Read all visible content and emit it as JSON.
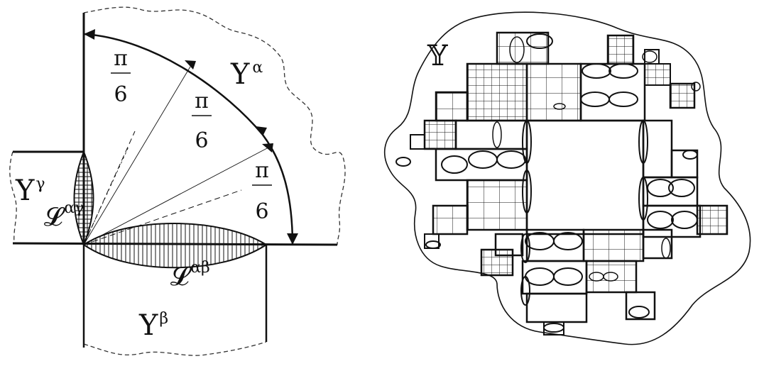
{
  "left_figure": {
    "region_top": {
      "base": "Υ",
      "sup": "α"
    },
    "region_left": {
      "base": "Υ",
      "sup": "γ"
    },
    "region_bottom": {
      "base": "Υ",
      "sup": "β"
    },
    "lens_left": {
      "base": "𝓛",
      "sup": "αγ"
    },
    "lens_bottom": {
      "base": "𝓛",
      "sup": "αβ"
    },
    "angle_labels": [
      {
        "num": "π",
        "den": "6"
      },
      {
        "num": "π",
        "den": "6"
      },
      {
        "num": "π",
        "den": "6"
      }
    ]
  },
  "right_figure": {
    "domain_label": "𝕐"
  }
}
